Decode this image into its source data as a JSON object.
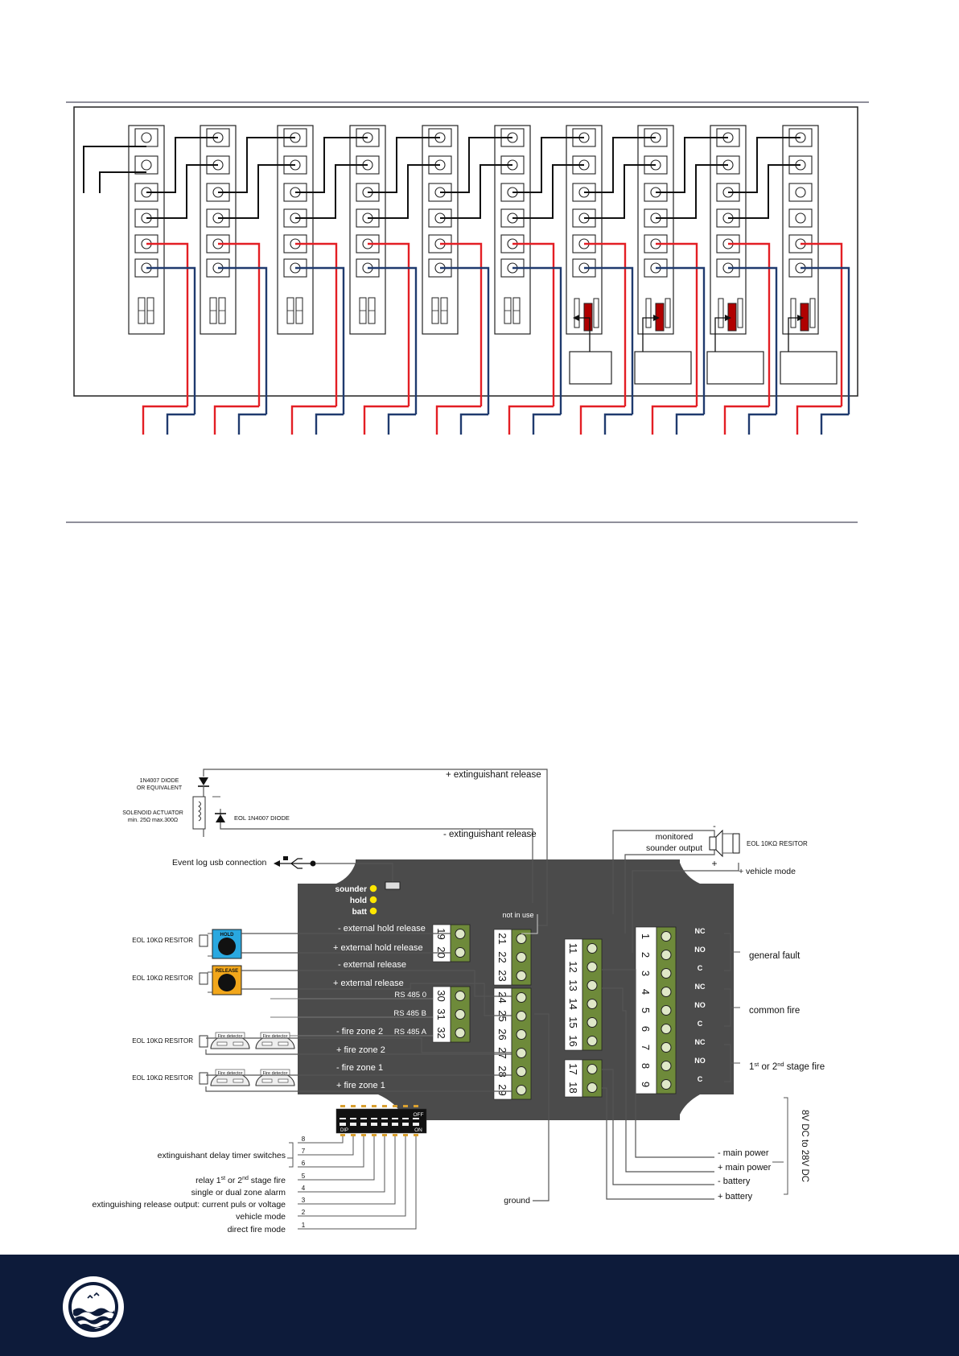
{
  "colors": {
    "red_wire": "#e31e24",
    "blue_wire": "#1f3a6e",
    "board": "#4b4b4b",
    "terminal": "#6e8a3a",
    "hold_button": "#29a8e0",
    "release_button": "#f2a71b",
    "led": "#ffe600",
    "footer": "#0d1b3a",
    "module_red": "#b00000"
  },
  "top_diagram": {
    "module_count": 10,
    "red_switch_modules": [
      7,
      8,
      9,
      10
    ]
  },
  "labels": {
    "diode": [
      "1N4007 DIODE",
      "OR EQUIVALENT"
    ],
    "solenoid": [
      "SOLENOID ACTUATOR",
      "min. 25Ω max.300Ω"
    ],
    "eol_diode": "EOL 1N4007 DIODE",
    "plus_ext_release": "+ extinguishant release",
    "minus_ext_release": "- extinguishant release",
    "usb": "Event log usb connection",
    "monitored_sounder": [
      "monitored",
      "sounder output"
    ],
    "eol_sounder": "EOL 10KΩ RESITOR",
    "sounder_minus": "-",
    "sounder_plus": "+",
    "vehicle_mode_wire": "+ vehicle mode",
    "leds": [
      "sounder",
      "hold",
      "batt"
    ],
    "not_in_use": "not in use",
    "hold_btn": "HOLD",
    "release_btn": "RELEASE",
    "eol_resistor": "EOL 10KΩ RESITOR",
    "fire_detector": "Fire detector",
    "left_inputs": [
      "- external hold release",
      "+ external hold release",
      "- external release",
      "+ external release"
    ],
    "rs485": [
      "RS 485 0",
      "RS 485 B",
      "RS 485 A"
    ],
    "fire_zones": [
      "-  fire zone 2",
      "+ fire zone 2",
      "-  fire zone 1",
      "+ fire zone 1"
    ],
    "relay_letters": [
      "NC",
      "NO",
      "C",
      "NC",
      "NO",
      "C",
      "NC",
      "NO",
      "C"
    ],
    "relay_groups": [
      "general fault",
      "common fire"
    ],
    "stage_fire_prefix": "1",
    "stage_fire_sup1": "st",
    "stage_fire_mid": " or 2",
    "stage_fire_sup2": "nd",
    "stage_fire_suffix": " stage fire",
    "ground": "ground",
    "power_labels": [
      "- main power",
      "+ main power",
      "- battery",
      "+ battery"
    ],
    "voltage": "8V DC to 28V DC",
    "dip_off": "OFF",
    "dip_on": "ON",
    "dip_label": "DIP",
    "dip_numbers": [
      "8",
      "7",
      "6",
      "5",
      "4",
      "3",
      "2",
      "1"
    ],
    "dip_functions": [
      {
        "num": "8",
        "text": "extinguishant delay timer switches"
      },
      {
        "num": "7",
        "text": ""
      },
      {
        "num": "6",
        "text": ""
      },
      {
        "num": "5",
        "text": "relay 1st or 2nd stage fire"
      },
      {
        "num": "4",
        "text": "single or dual zone alarm"
      },
      {
        "num": "3",
        "text": "extinguishing release output: current puls or voltage"
      },
      {
        "num": "2",
        "text": "vehicle mode"
      },
      {
        "num": "1",
        "text": "direct fire mode"
      }
    ]
  },
  "terminals": {
    "t19_20": [
      "19",
      "20"
    ],
    "t21_23": [
      "21",
      "22",
      "23"
    ],
    "t24_29": [
      "24",
      "25",
      "26",
      "27",
      "28",
      "29"
    ],
    "t30_32": [
      "30",
      "31",
      "32"
    ],
    "t11_16": [
      "11",
      "12",
      "13",
      "14",
      "15",
      "16"
    ],
    "t17_18": [
      "17",
      "18"
    ],
    "t1_9": [
      "1",
      "2",
      "3",
      "4",
      "5",
      "6",
      "7",
      "8",
      "9"
    ]
  }
}
